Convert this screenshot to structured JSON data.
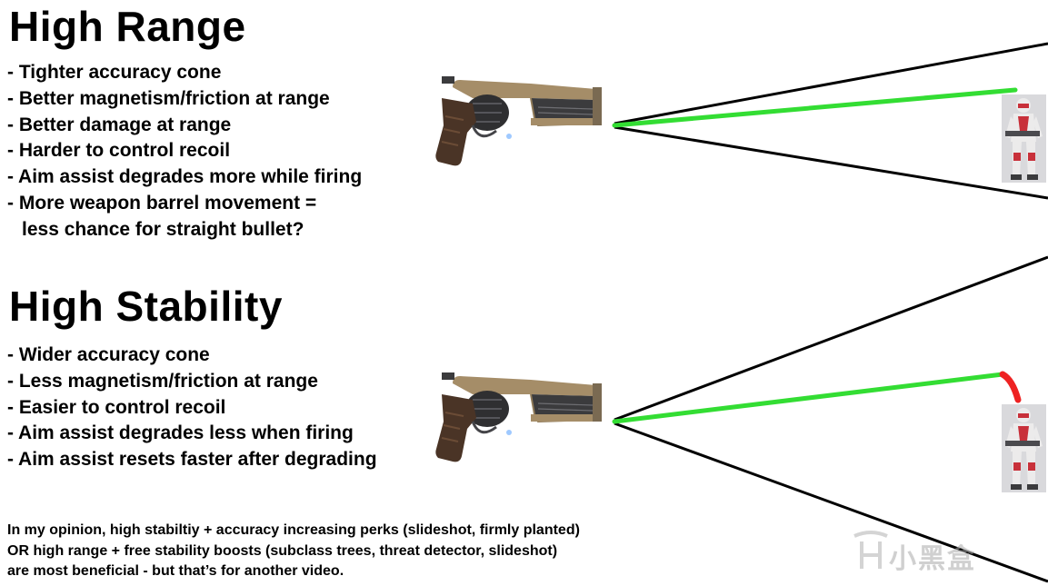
{
  "sections": [
    {
      "title": "High Range",
      "bullets": [
        {
          "line": "- Tighter accuracy cone"
        },
        {
          "line": "- Better magnetism/friction at range"
        },
        {
          "line": "- Better damage at range"
        },
        {
          "line": "- Harder to control recoil"
        },
        {
          "line": "- Aim assist degrades more while firing"
        },
        {
          "line": "- More weapon barrel movement =",
          "cont": "less chance for straight bullet?"
        }
      ]
    },
    {
      "title": "High Stability",
      "bullets": [
        {
          "line": "- Wider accuracy cone"
        },
        {
          "line": "- Less magnetism/friction at range"
        },
        {
          "line": "- Easier to control recoil"
        },
        {
          "line": "- Aim assist degrades less when firing"
        },
        {
          "line": "- Aim assist resets faster after degrading"
        }
      ]
    }
  ],
  "opinion": [
    "In my opinion, high stabiltiy + accuracy increasing perks (slideshot, firmly planted)",
    "OR high range + free stability boosts (subclass trees, threat detector, slideshot)",
    "are most beneficial - but that’s for another video."
  ],
  "watermark": "小黑盒",
  "colors": {
    "cone_line": "#000000",
    "bullet_path": "#33dd33",
    "miss_path": "#ee2222",
    "revolver_body": "#a58d68",
    "revolver_dark": "#3b3b3d",
    "grip": "#4a3426",
    "enemy_white": "#ecebeb",
    "enemy_red": "#c8303a"
  },
  "icons": [
    "revolver-icon",
    "enemy-figure-icon",
    "watermark-logo-icon"
  ]
}
